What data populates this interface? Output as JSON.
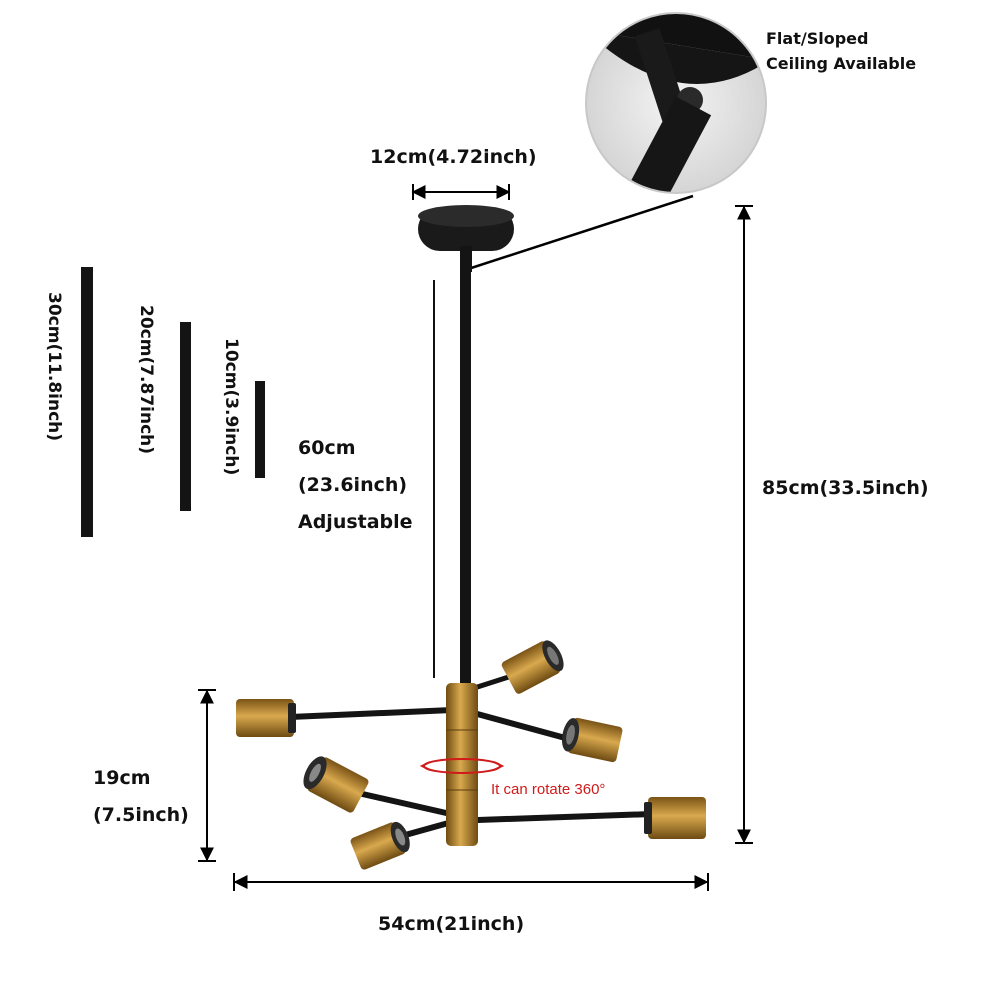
{
  "labels": {
    "canopy_width": "12cm(4.72inch)",
    "ceiling": "Flat/Sloped Ceiling Available",
    "ceiling_line1": "Flat/Sloped",
    "ceiling_line2": "Ceiling Available",
    "rod_30": "30cm(11.8inch)",
    "rod_20": "20cm(7.87inch)",
    "rod_10": "10cm(3.9inch)",
    "adjustable_line1": "60cm",
    "adjustable_line2": "(23.6inch)",
    "adjustable_line3": "Adjustable",
    "total_height": "85cm(33.5inch)",
    "fixture_height_line1": "19cm",
    "fixture_height_line2": "(7.5inch)",
    "rotate": "It can rotate 360°",
    "width": "54cm(21inch)"
  },
  "colors": {
    "metal_black": "#141414",
    "brass": "#b8862e",
    "arrow": "#000000",
    "rotate_red": "#d11a1a"
  }
}
